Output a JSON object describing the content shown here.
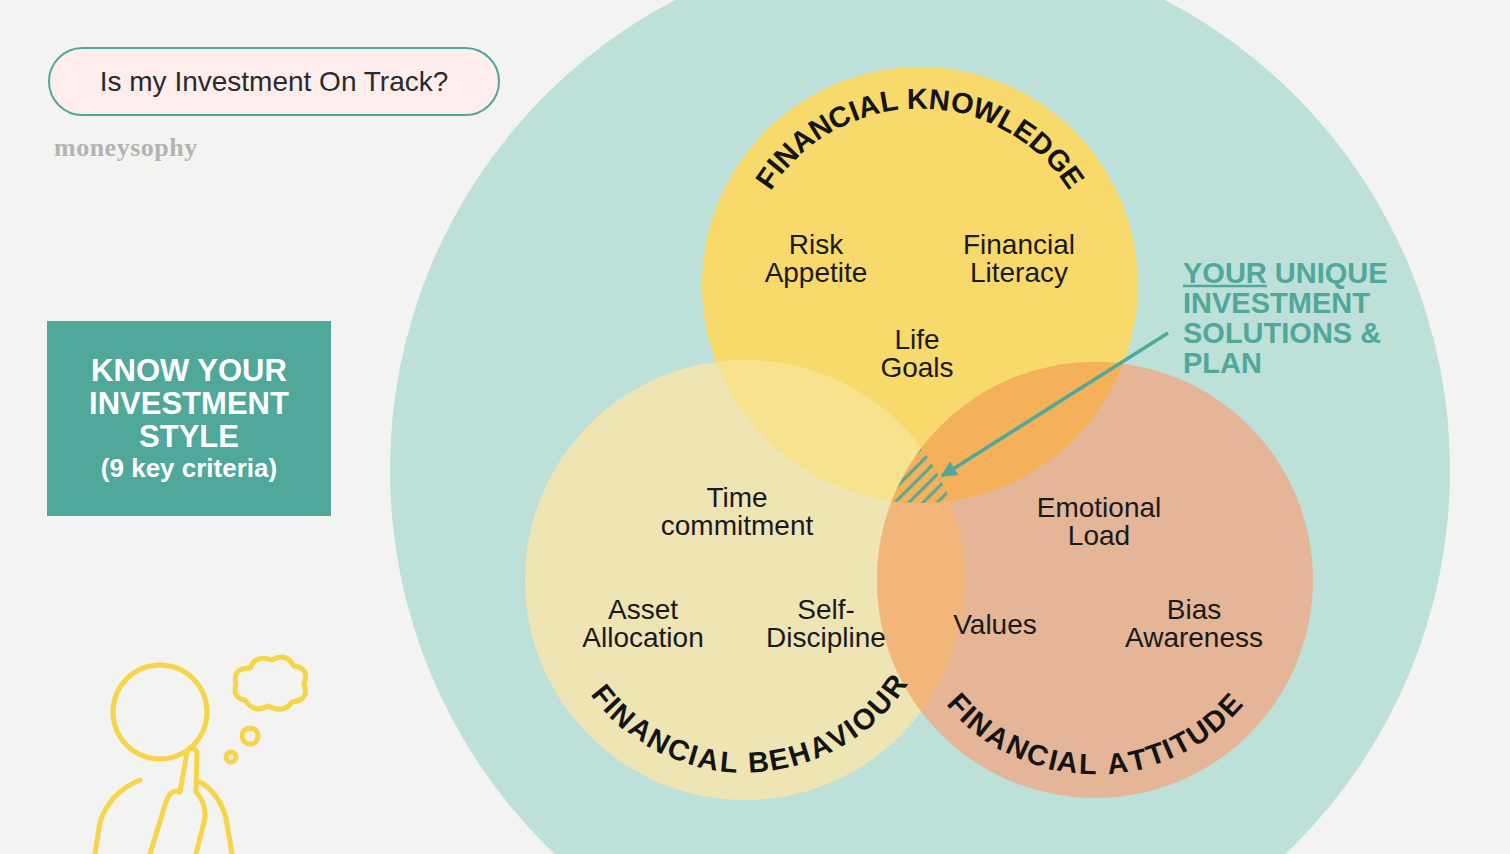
{
  "diagram": {
    "title": "Is my Investment On Track?",
    "nodes": [
      {
        "text": [
          "KNOW YOUR INVESTMENT STYLE",
          "(9 key criteria)"
        ]
      },
      {
        "text": [
          "FINANCIAL KNOWLEDGE",
          "Risk Appetite",
          "Financial Literacy",
          "Life Goals"
        ]
      },
      {
        "text": [
          "Time commitment",
          "Asset Allocation",
          "Self- Discipline",
          "FINANCIAL BEHAVIOUR"
        ]
      },
      {
        "text": [
          "Emotional Load",
          "Values",
          "Bias Awareness",
          "FINANCIAL ATTITUDE"
        ]
      }
    ],
    "labels": [
      "moneysophy",
      "YOUR UNIQUE INVESTMENT SOLUTIONS & PLAN"
    ]
  }
}
